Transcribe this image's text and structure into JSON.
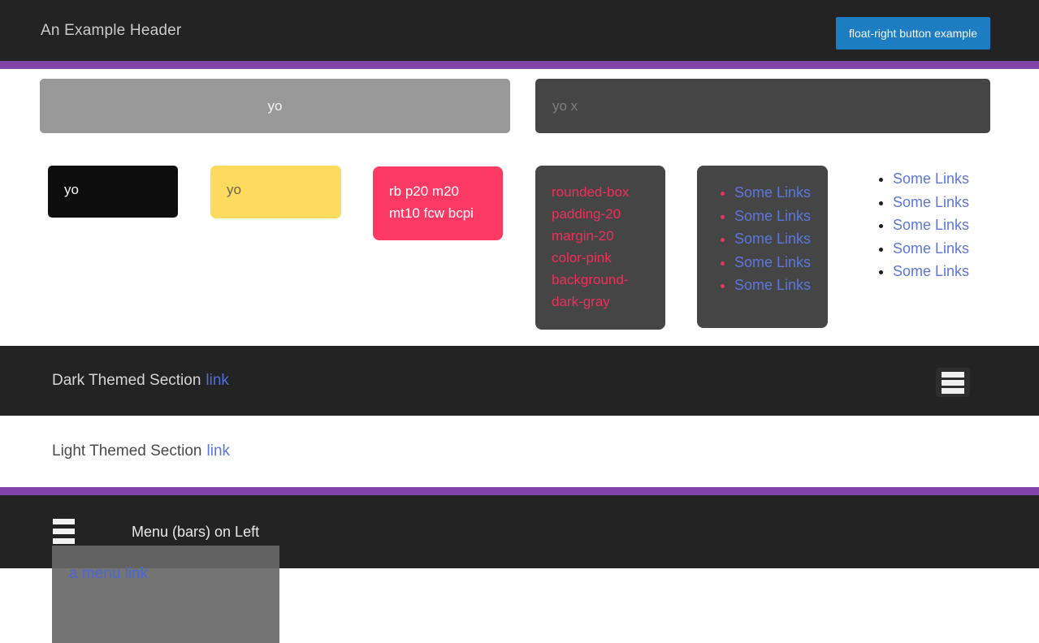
{
  "colors": {
    "dark_bg": "#232323",
    "accent_purple": "#8144a8",
    "button_blue": "#1d7dc2",
    "gray_box_bg": "#999999",
    "dark_box_bg": "#454545",
    "black_box_bg": "#0d0d0d",
    "yellow_box_bg": "#fedb5e",
    "pink": "#fc3a64",
    "link_blue": "#5c77d8",
    "bullet_pink": "#f0305e"
  },
  "header": {
    "title": "An Example Header",
    "button_label": "float-right button example"
  },
  "boxes": {
    "gray_box_text": "yo",
    "dark_input_text": "yo x",
    "black_box_text": "yo",
    "yellow_box_text": "yo",
    "pink_box_text": "rb p20 m20 mt10 fcw bcpi",
    "dark_pink_box_text": "rounded-box padding-20 margin-20 color-pink background-dark-gray"
  },
  "link_lists": {
    "dark_list": [
      "Some Links",
      "Some Links",
      "Some Links",
      "Some Links",
      "Some Links"
    ],
    "light_list": [
      "Some Links",
      "Some Links",
      "Some Links",
      "Some Links",
      "Some Links"
    ]
  },
  "dark_section": {
    "text": "Dark Themed Section",
    "link_label": "link"
  },
  "light_section": {
    "text": "Light Themed Section",
    "link_label": "link"
  },
  "footer": {
    "menu_label": "Menu (bars) on Left",
    "menu_link_label": "a menu link"
  }
}
